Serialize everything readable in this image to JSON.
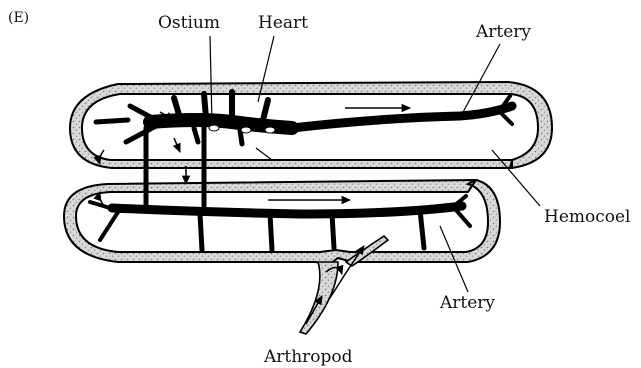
{
  "panel_label": "(E)",
  "labels": {
    "ostium": "Ostium",
    "heart": "Heart",
    "artery_top": "Artery",
    "hemocoel": "Hemocoel",
    "artery_bottom": "Artery",
    "caption": "Arthropod"
  }
}
